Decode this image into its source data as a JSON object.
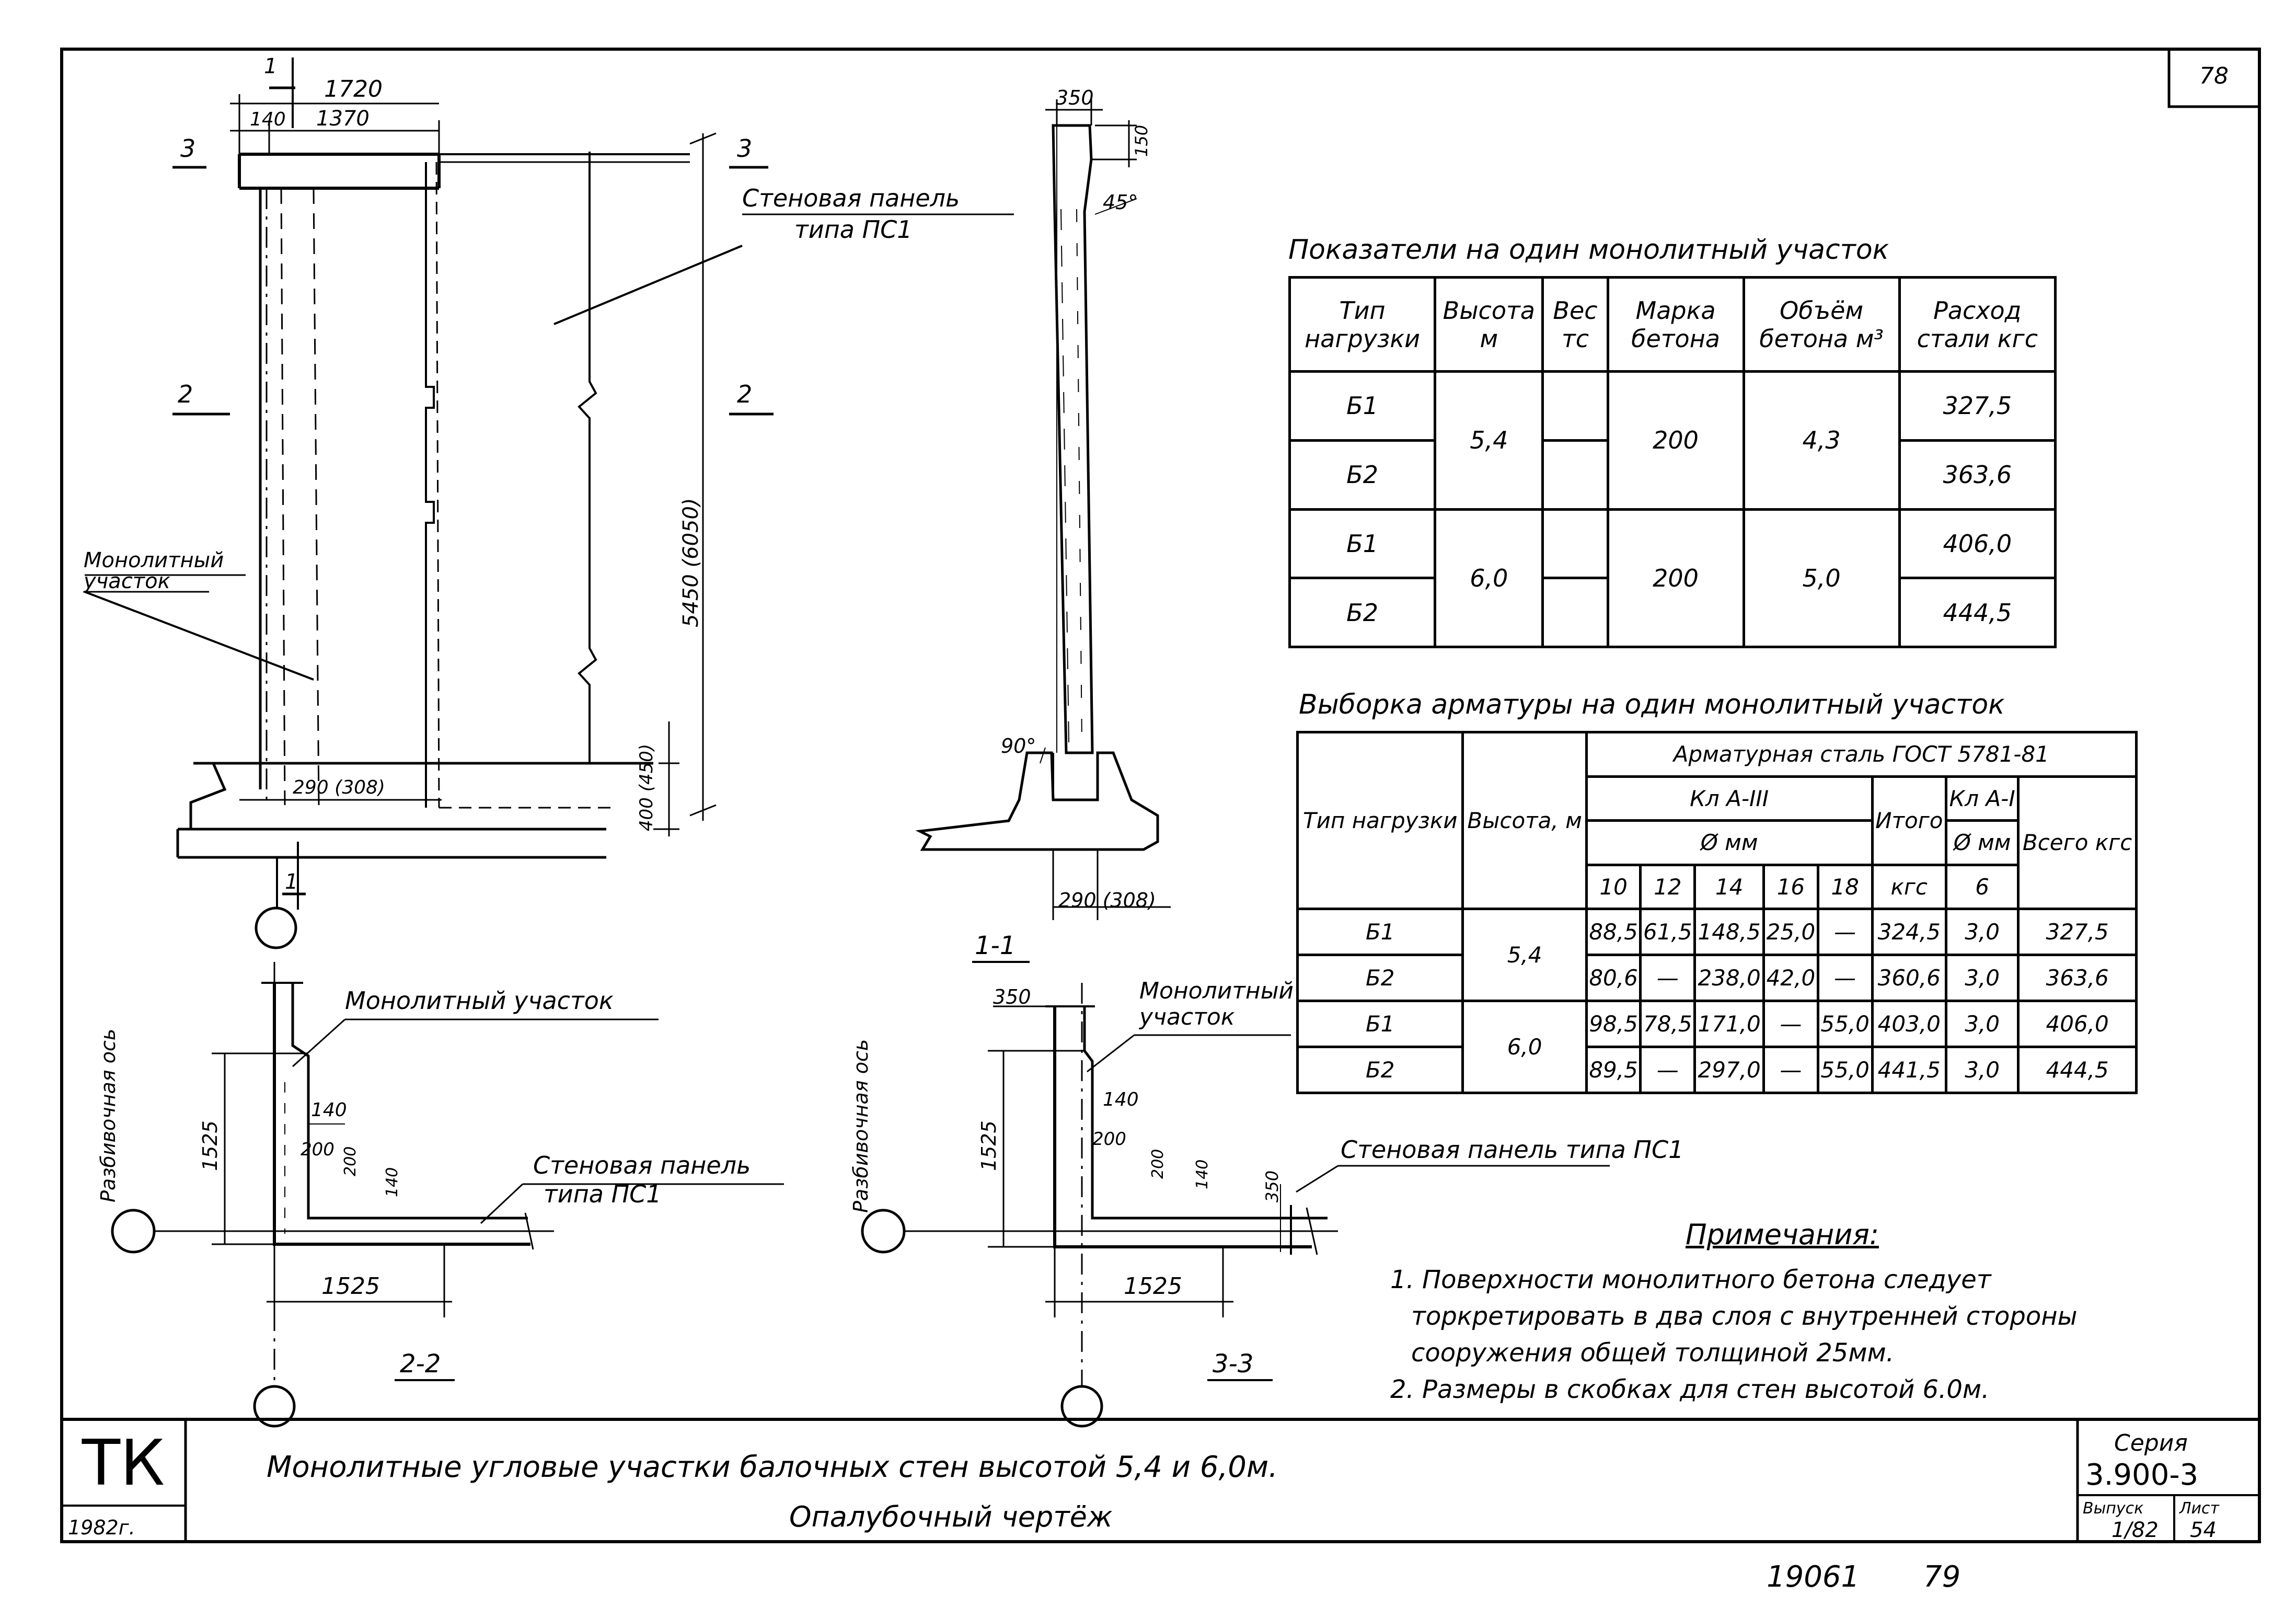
{
  "sheet_number": "78",
  "table1": {
    "title": "Показатели на один монолитный участок",
    "headers": [
      "Тип нагрузки",
      "Высота м",
      "Вес тс",
      "Марка бетона",
      "Объём бетона м³",
      "Расход стали кгс"
    ],
    "groups": [
      {
        "height": "5,4",
        "concrete": "200",
        "volume": "4,3",
        "rows": [
          {
            "type": "Б1",
            "steel": "327,5"
          },
          {
            "type": "Б2",
            "steel": "363,6"
          }
        ]
      },
      {
        "height": "6,0",
        "concrete": "200",
        "volume": "5,0",
        "rows": [
          {
            "type": "Б1",
            "steel": "406,0"
          },
          {
            "type": "Б2",
            "steel": "444,5"
          }
        ]
      }
    ]
  },
  "table2": {
    "title": "Выборка арматуры на один монолитный участок",
    "header_type": "Тип нагрузки",
    "header_height": "Высота, м",
    "header_steel": "Арматурная сталь ГОСТ 5781-81",
    "header_class1": "Кл А-III",
    "header_class2": "Кл А-I",
    "header_dia": "Ø мм",
    "header_dia2": "Ø мм",
    "header_itogo": "Итого",
    "header_kgs": "кгс",
    "header_vsego": "Всего кгс",
    "diameters": [
      "10",
      "12",
      "14",
      "16",
      "18"
    ],
    "dia2": "6",
    "rows": [
      {
        "type": "Б1",
        "height": "5,4",
        "v": [
          "88,5",
          "61,5",
          "148,5",
          "25,0",
          "—"
        ],
        "itogo": "324,5",
        "ai": "3,0",
        "vsego": "327,5"
      },
      {
        "type": "Б2",
        "height": "",
        "v": [
          "80,6",
          "—",
          "238,0",
          "42,0",
          "—"
        ],
        "itogo": "360,6",
        "ai": "3,0",
        "vsego": "363,6"
      },
      {
        "type": "Б1",
        "height": "6,0",
        "v": [
          "98,5",
          "78,5",
          "171,0",
          "—",
          "55,0"
        ],
        "itogo": "403,0",
        "ai": "3,0",
        "vsego": "406,0"
      },
      {
        "type": "Б2",
        "height": "",
        "v": [
          "89,5",
          "—",
          "297,0",
          "—",
          "55,0"
        ],
        "itogo": "441,5",
        "ai": "3,0",
        "vsego": "444,5"
      }
    ]
  },
  "notes": {
    "title": "Примечания:",
    "lines": [
      "1. Поверхности монолитного бетона следует",
      "торкретировать в два слоя с внутренней стороны",
      "сооружения общей толщиной 25мм.",
      "2. Размеры в скобках для стен высотой 6.0м."
    ]
  },
  "elevation": {
    "dim_1720": "1720",
    "dim_140": "140",
    "dim_1370": "1370",
    "sec_3": "3",
    "sec_2": "2",
    "sec_1": "1",
    "label_panel": "Стеновая панель",
    "label_panel2": "типа ПС1",
    "label_mono": "Монолитный",
    "label_mono2": "участок",
    "dim_height": "5450 (6050)",
    "dim_400": "400 (450)",
    "dim_290": "290 (308)"
  },
  "section11": {
    "dim_350": "350",
    "dim_150": "150",
    "angle_45": "45°",
    "angle_90": "90°",
    "dim_290": "290 (308)",
    "title": "1-1"
  },
  "section22": {
    "axis_label": "Разбивочная ось",
    "label_mono": "Монолитный участок",
    "dim_1525v": "1525",
    "dim_140": "140",
    "dim_200a": "200",
    "dim_200b": "200",
    "dim_140b": "140",
    "label_panel": "Стеновая панель",
    "label_panel2": "типа ПС1",
    "dim_1525h": "1525",
    "title": "2-2"
  },
  "section33": {
    "axis_label": "Разбивочная ось",
    "label_mono": "Монолитный",
    "label_mono2": "участок",
    "dim_350a": "350",
    "dim_1525v": "1525",
    "dim_140": "140",
    "dim_200a": "200",
    "dim_200b": "200",
    "dim_140b": "140",
    "dim_350b": "350",
    "label_panel": "Стеновая панель типа ПС1",
    "dim_1525h": "1525",
    "title": "3-3"
  },
  "title_block": {
    "logo": "ТК",
    "year": "1982г.",
    "title_line1": "Монолитные угловые участки балочных стен высотой 5,4 и 6,0м.",
    "title_line2": "Опалубочный чертёж",
    "series_label": "Серия",
    "series_value": "3.900-3",
    "issue_label": "Выпуск",
    "issue_value": "1/82",
    "sheet_label": "Лист",
    "sheet_value": "54"
  },
  "footer": {
    "code": "19061",
    "page": "79"
  }
}
